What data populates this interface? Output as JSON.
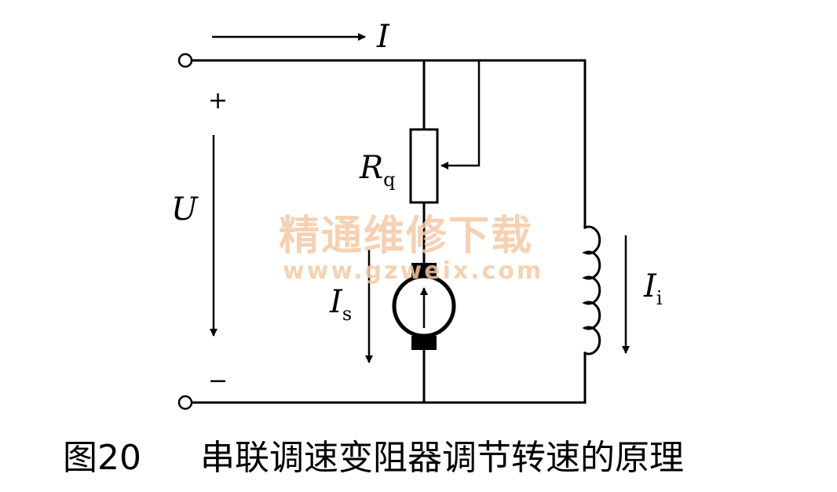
{
  "labels": {
    "current_total": "I",
    "voltage": "U",
    "plus": "+",
    "minus": "−",
    "resistor_main": "R",
    "resistor_sub": "q",
    "armature_current_main": "I",
    "armature_current_sub": "s",
    "field_current_main": "I",
    "field_current_sub": "i"
  },
  "watermark": {
    "brand": "精通维修下载",
    "url": "www.gzweix.com"
  },
  "caption": {
    "figure_number": "图20",
    "title": "串联调速变阻器调节转速的原理"
  },
  "colors": {
    "line": "#000000",
    "watermark": "#f4c9a6",
    "background": "#ffffff"
  }
}
